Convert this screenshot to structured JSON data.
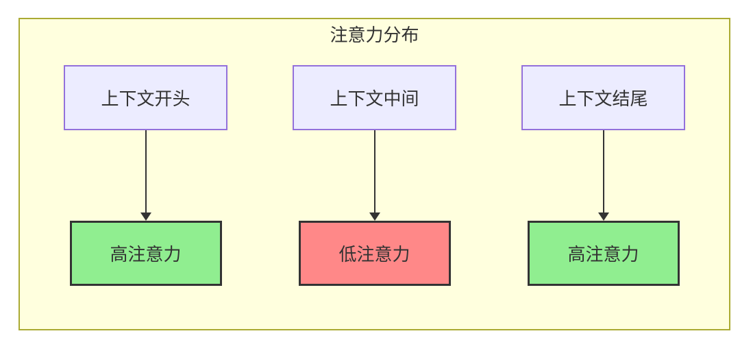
{
  "diagram": {
    "title": "注意力分布",
    "columns": [
      {
        "source": "上下文开头",
        "target": "高注意力",
        "target_type": "high"
      },
      {
        "source": "上下文中间",
        "target": "低注意力",
        "target_type": "low"
      },
      {
        "source": "上下文结尾",
        "target": "高注意力",
        "target_type": "high"
      }
    ],
    "colors": {
      "container_fill": "#ffffde",
      "container_border": "#aaaa33",
      "source_fill": "#ececff",
      "source_border": "#9370db",
      "high_fill": "#90ee90",
      "low_fill": "#ff8888",
      "target_border": "#333333",
      "arrow": "#333333",
      "text": "#333333"
    }
  }
}
